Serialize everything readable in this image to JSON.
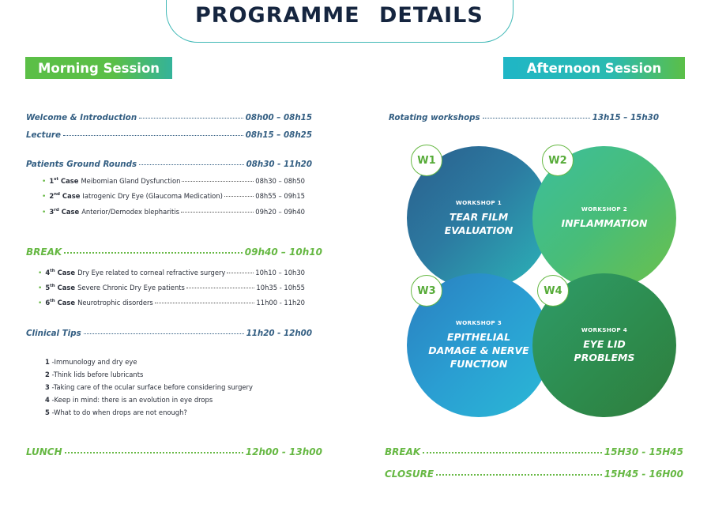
{
  "header": {
    "title_left": "PROGRAMME",
    "title_right": "DETAILS"
  },
  "morning": {
    "banner": "Morning Session",
    "welcome": {
      "label": "Welcome & Introduction",
      "time": "08h00 – 08h15"
    },
    "lecture": {
      "label": "Lecture",
      "time": "08h15 – 08h25"
    },
    "rounds": {
      "label": "Patients Ground Rounds",
      "time": "08h30 - 11h20",
      "cases": [
        {
          "num": "1",
          "sup": "st",
          "word": "Case",
          "text": "Meibomian Gland Dysfunction",
          "time": "08h30 – 08h50"
        },
        {
          "num": "2",
          "sup": "nd",
          "word": "Case",
          "text": "Iatrogenic Dry Eye (Glaucoma Medication)",
          "time": "08h55 – 09h15"
        },
        {
          "num": "3",
          "sup": "rd",
          "word": "Case",
          "text": "Anterior/Demodex blepharitis",
          "time": "09h20 – 09h40"
        }
      ]
    },
    "break": {
      "label": "BREAK",
      "time": "09h40 – 10h10"
    },
    "cases_after_break": [
      {
        "num": "4",
        "sup": "th",
        "word": "Case",
        "text": "Dry Eye related to corneal refractive surgery",
        "time": "10h10 – 10h30"
      },
      {
        "num": "5",
        "sup": "th",
        "word": "Case",
        "text": "Severe Chronic Dry Eye patients",
        "time": "10h35 - 10h55"
      },
      {
        "num": "6",
        "sup": "th",
        "word": "Case",
        "text": "Neurotrophic disorders",
        "time": "11h00 - 11h20"
      }
    ],
    "clinical_tips": {
      "label": "Clinical Tips",
      "time": "11h20 - 12h00",
      "items": [
        {
          "n": "1",
          "text": " -Immunology and dry eye"
        },
        {
          "n": "2",
          "text": " -Think lids before lubricants"
        },
        {
          "n": "3",
          "text": " -Taking care of the ocular surface before considering surgery"
        },
        {
          "n": "4",
          "text": " -Keep in mind: there is an evolution in eye drops"
        },
        {
          "n": "5",
          "text": " -What to do when drops are not enough?"
        }
      ]
    },
    "lunch": {
      "label": "LUNCH",
      "time": "12h00 - 13h00"
    }
  },
  "afternoon": {
    "banner": "Afternoon Session",
    "rotating": {
      "label": "Rotating workshops",
      "time": "13h15 – 15h30"
    },
    "workshops": [
      {
        "tag": "W1",
        "small": "WORKSHOP 1",
        "line1": "TEAR FILM",
        "line2": "EVALUATION",
        "line3": ""
      },
      {
        "tag": "W2",
        "small": "WORKSHOP 2",
        "line1": "INFLAMMATION",
        "line2": "",
        "line3": ""
      },
      {
        "tag": "W3",
        "small": "WORKSHOP 3",
        "line1": "EPITHELIAL",
        "line2": "DAMAGE & NERVE",
        "line3": "FUNCTION"
      },
      {
        "tag": "W4",
        "small": "WORKSHOP 4",
        "line1": "EYE LID",
        "line2": "PROBLEMS",
        "line3": ""
      }
    ],
    "break": {
      "label": "BREAK",
      "time": "15H30 - 15H45"
    },
    "closure": {
      "label": "CLOSURE",
      "time": "15H45 - 16H00"
    }
  }
}
